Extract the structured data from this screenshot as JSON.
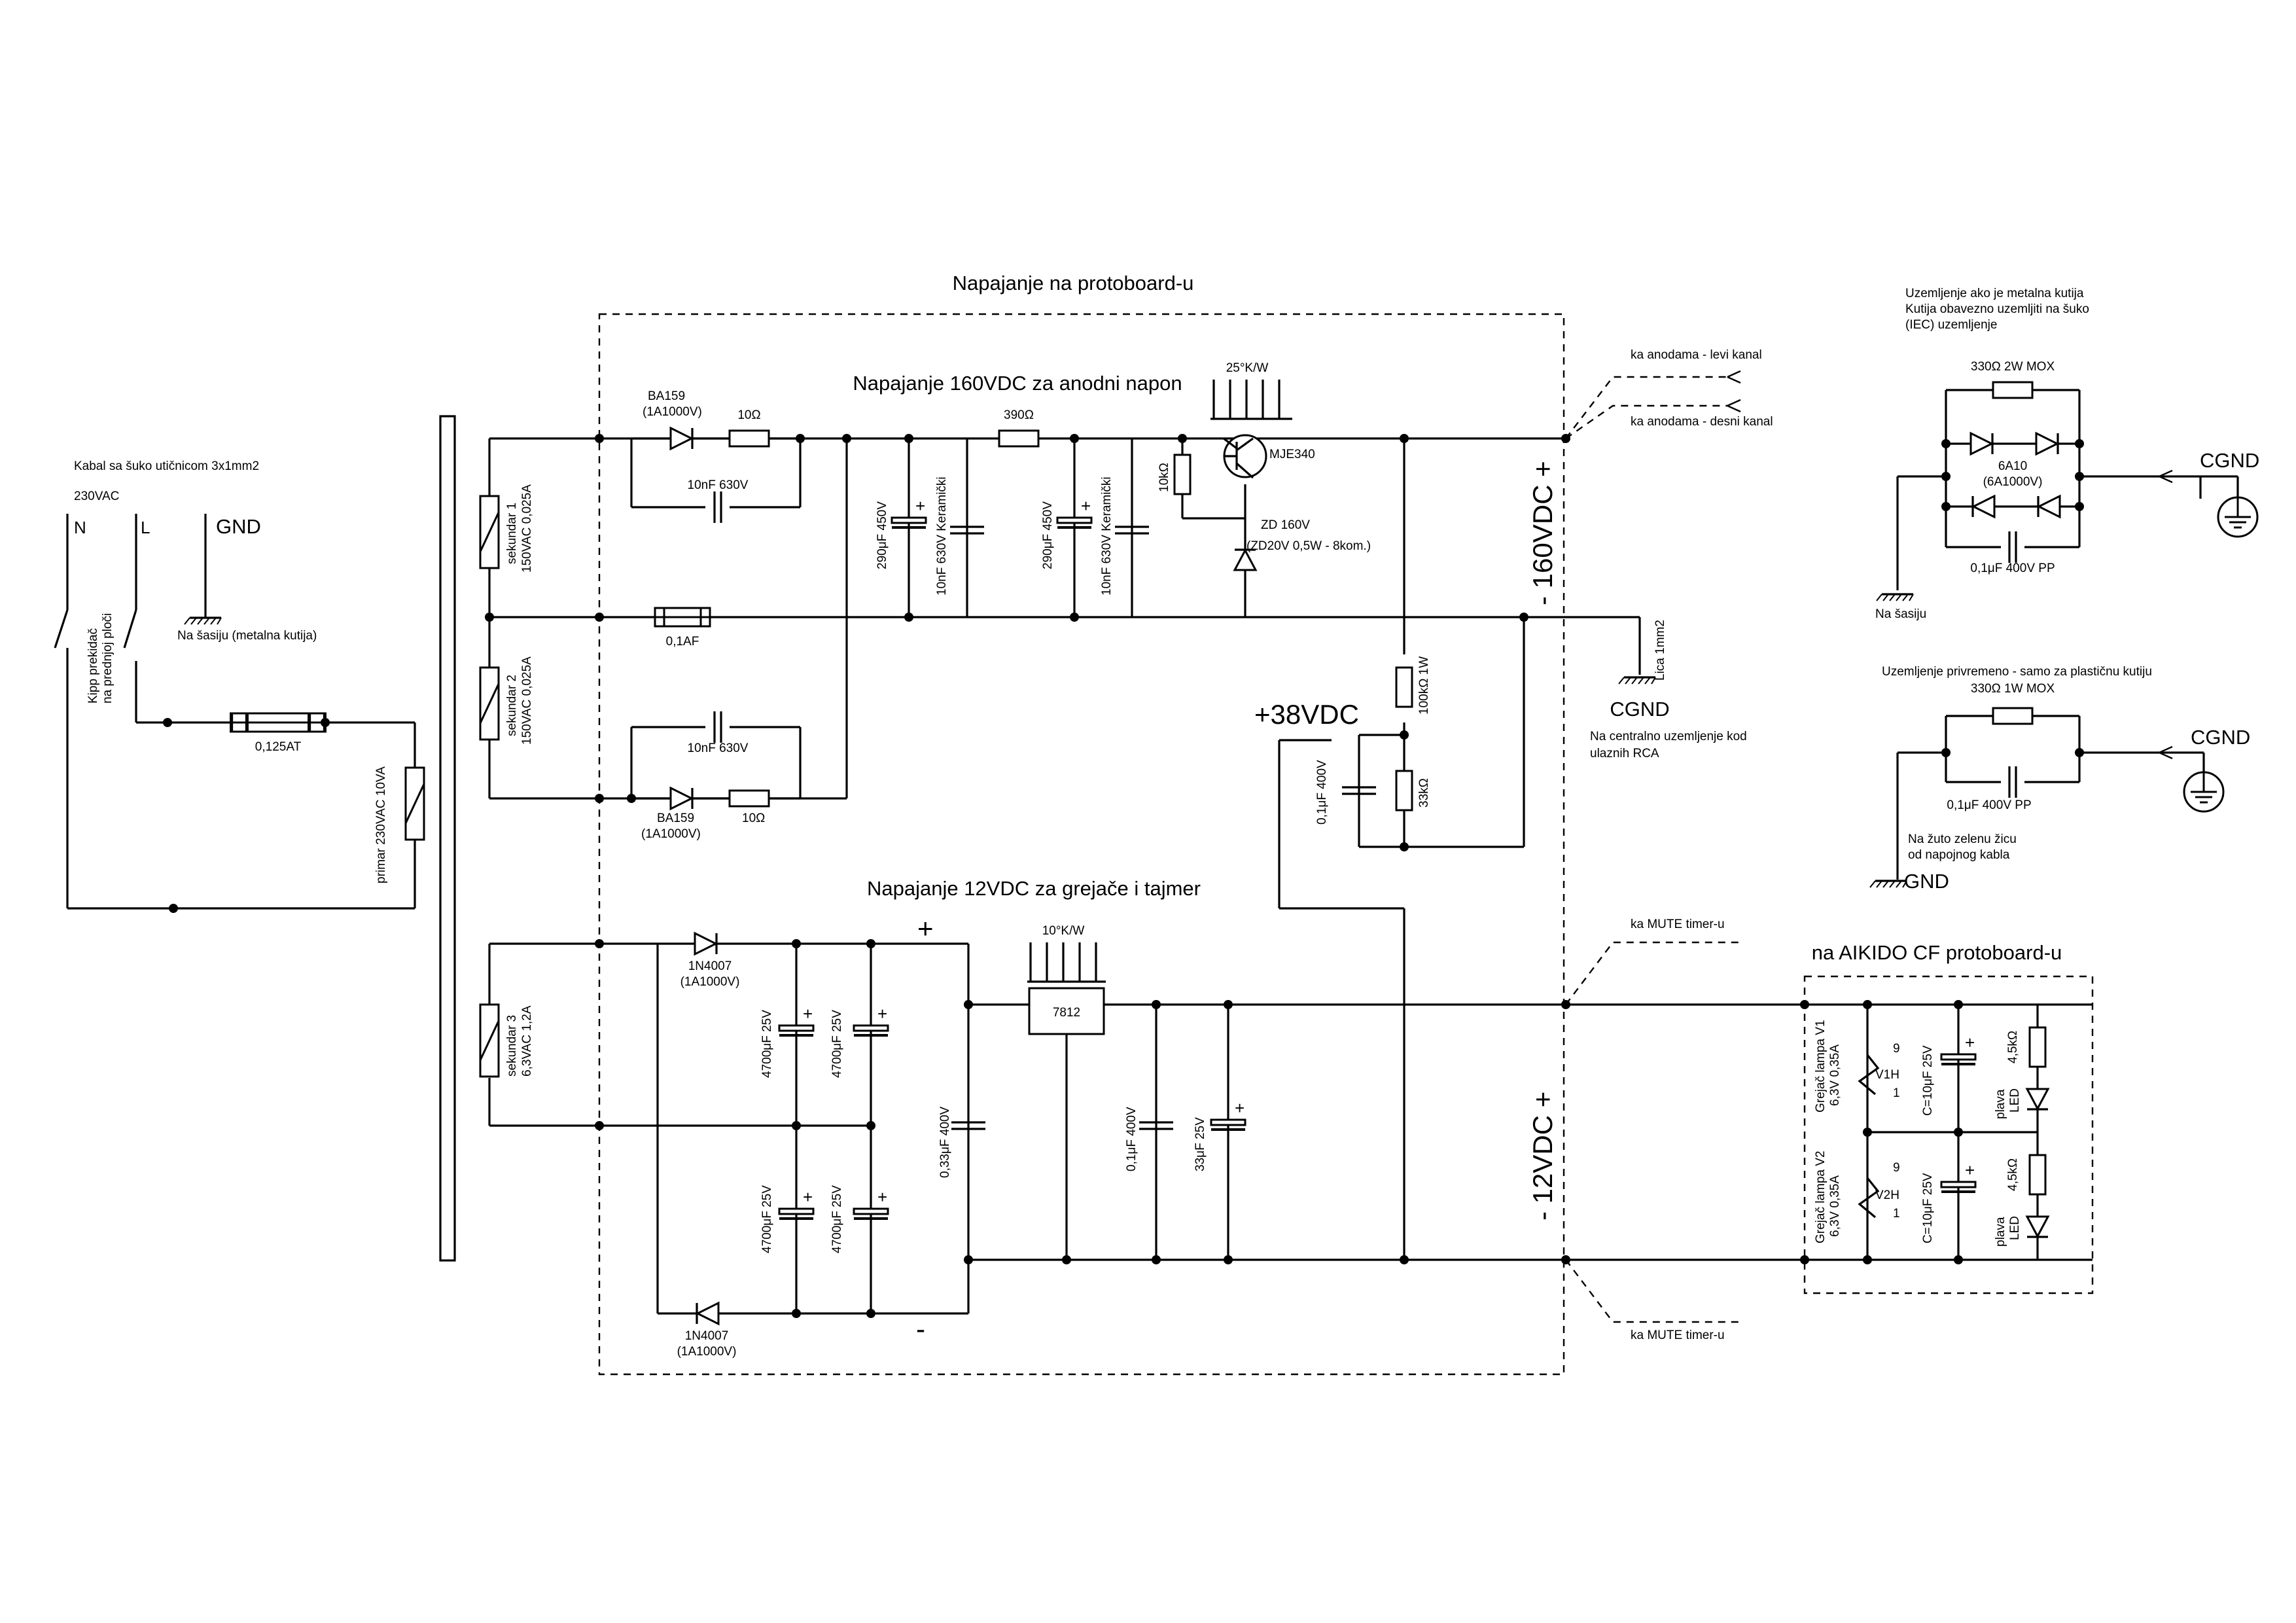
{
  "titles": {
    "main": "Napajanje na protoboard-u",
    "sub160": "Napajanje 160VDC za anodni napon",
    "sub12": "Napajanje 12VDC za grejače i tajmer",
    "aikido": "na AIKIDO CF protoboard-u"
  },
  "mains": {
    "cable": "Kabal sa šuko utičnicom 3x1mm2",
    "vac": "230VAC",
    "n": "N",
    "l": "L",
    "gnd": "GND",
    "chassis": "Na šasiju (metalna kutija)",
    "switch1": "Kipp prekidač",
    "switch2": "na prednjoj ploči",
    "fuse": "0,125AT",
    "primary": "primar 230VAC 10VA"
  },
  "hv": {
    "sec1a": "sekundar 1",
    "sec1b": "150VAC 0,025A",
    "sec2a": "sekundar 2",
    "sec2b": "150VAC 0,025A",
    "d1": "BA159",
    "d1r": "(1A1000V)",
    "r1": "10Ω",
    "c1": "10nF 630V",
    "d2": "BA159",
    "d2r": "(1A1000V)",
    "r2": "10Ω",
    "c2": "10nF 630V",
    "fuse": "0,1AF",
    "c_el1": "290μF 450V",
    "c_k1": "10nF 630V Keramički",
    "r390": "390Ω",
    "c_el2": "290μF 450V",
    "c_k2": "10nF 630V Keramički",
    "hs": "25°K/W",
    "r10k": "10kΩ",
    "q": "MJE340",
    "zd": "ZD 160V",
    "zd_detail": "(ZD20V 0,5W - 8kom.)",
    "out": "- 160VDC +",
    "r100k": "100kΩ 1W",
    "r33k": "33kΩ",
    "c01": "0,1μF 400V",
    "v38": "+38VDC",
    "anode_l": "ka anodama - levi kanal",
    "anode_r": "ka anodama - desni kanal",
    "wire": "Lica 1mm2",
    "cgnd": "CGND",
    "cgnd_note1": "Na centralno uzemljenje kod",
    "cgnd_note2": "ulaznih RCA"
  },
  "lv": {
    "sec3a": "sekundar 3",
    "sec3b": "6,3VAC 1,2A",
    "d3": "1N4007",
    "d3r": "(1A1000V)",
    "d4": "1N4007",
    "d4r": "(1A1000V)",
    "plus": "+",
    "minus": "-",
    "c4700": "4700μF 25V",
    "c033": "0,33μF 400V",
    "hs": "10°K/W",
    "reg": "7812",
    "c01": "0,1μF 400V",
    "c33": "33μF 25V",
    "out": "- 12VDC +",
    "mute": "ka MUTE timer-u"
  },
  "aikido": {
    "v1a": "Grejač lampa V1",
    "v1b": "6,3V 0,35A",
    "v1h": "V1H",
    "v2a": "Grejač lampa V2",
    "v2b": "6,3V 0,35A",
    "v2h": "V2H",
    "pin9": "9",
    "pin1": "1",
    "cap": "C=10μF 25V",
    "res": "4,5kΩ",
    "led1": "plava",
    "led2": "LED"
  },
  "gnd1": {
    "t1": "Uzemljenje ako je metalna kutija",
    "t2": "Kutija obavezno  uzemljiti na šuko",
    "t3": "(IEC) uzemljenje",
    "r": "330Ω 2W MOX",
    "d": "6A10",
    "dr": "(6A1000V)",
    "c": "0,1μF 400V PP",
    "cgnd": "CGND",
    "chassis": "Na šasiju"
  },
  "gnd2": {
    "t1": "Uzemljenje privremeno - samo za plastičnu kutiju",
    "r": "330Ω 1W MOX",
    "c": "0,1μF 400V PP",
    "cgnd": "CGND",
    "note1": "Na žuto zelenu žicu",
    "note2": "od napojnog  kabla",
    "gnd": "GND"
  }
}
